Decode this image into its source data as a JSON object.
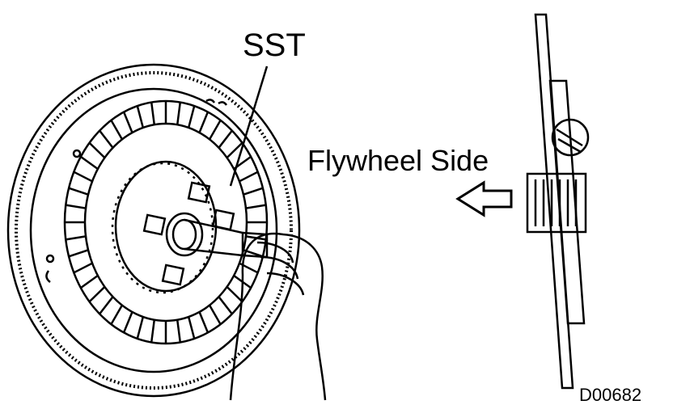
{
  "labels": {
    "tool": "SST",
    "direction": "Flywheel Side",
    "figure_code": "D00682"
  },
  "colors": {
    "ink": "#000000",
    "paper": "#ffffff"
  },
  "icons": {
    "arrow": "left-arrow-icon"
  }
}
